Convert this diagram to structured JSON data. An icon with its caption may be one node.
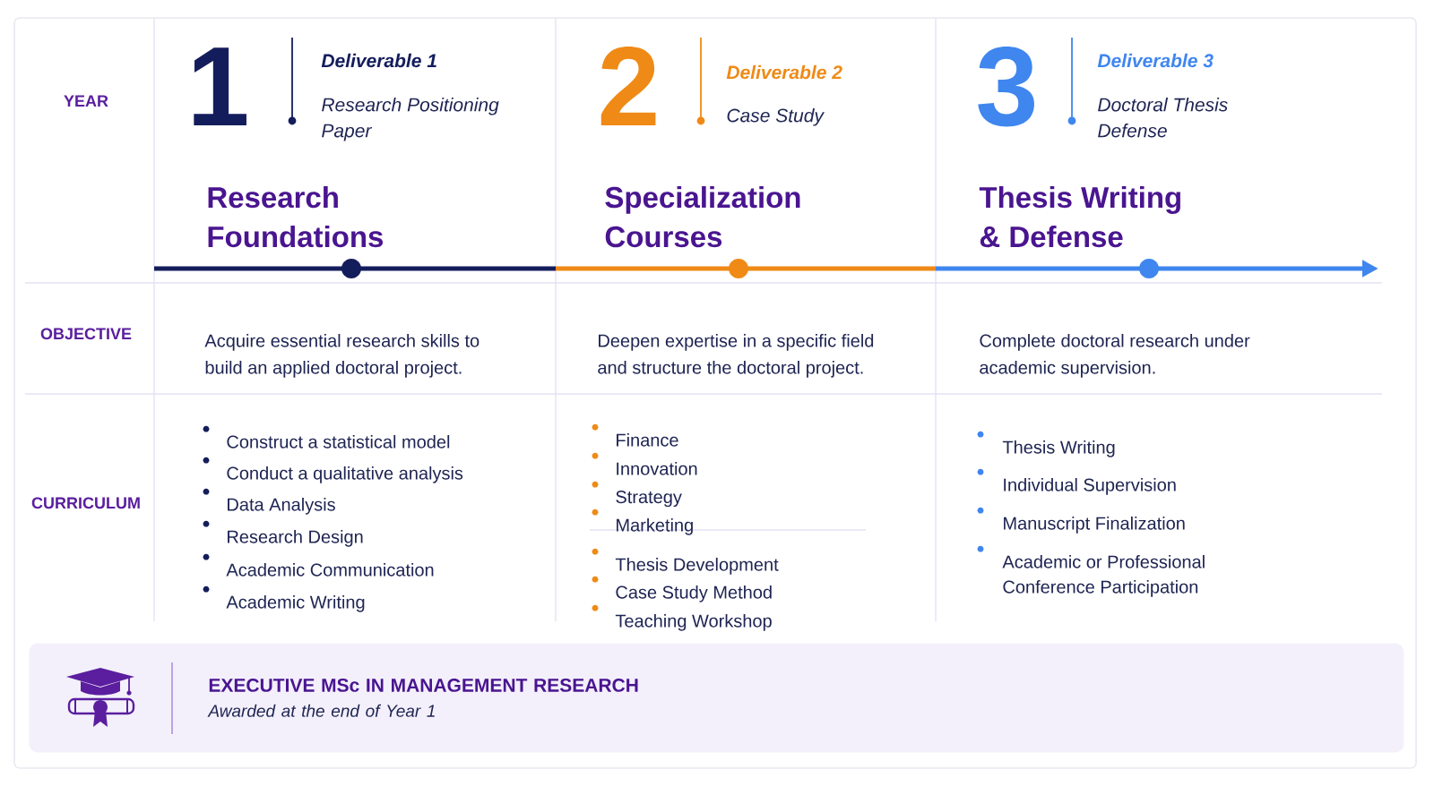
{
  "diagram": {
    "nodes": [
      {
        "text": [
          "EXECUTIVE MSc IN MANAGEMENT RESEARCH",
          "Awarded at the end of Year 1"
        ]
      }
    ],
    "labels": [
      "YEAR",
      "1",
      "Deliverable 1",
      "Research Positioning Paper",
      "Research Foundations",
      "2",
      "Deliverable 2",
      "Case Study",
      "Specialization Courses",
      "3",
      "Deliverable 3",
      "Doctoral Thesis Defense",
      "Thesis Writing & Defense",
      "OBJECTIVE",
      "Acquire essential research skills to build an applied doctoral project.",
      "Deepen expertise in a specific field and structure the doctoral project.",
      "Complete doctoral research under academic supervision.",
      "CURRICULUM",
      "Construct a statistical model",
      "Conduct a qualitative analysis",
      "Data Analysis",
      "Research Design",
      "Academic Communication",
      "Academic Writing",
      "Finance",
      "Innovation",
      "Strategy",
      "Marketing",
      "Thesis Development",
      "Case Study Method",
      "Teaching Workshop",
      "Thesis Writing",
      "Individual Supervision",
      "Manuscript Finalization",
      "Academic or Professional Conference Participation"
    ]
  }
}
